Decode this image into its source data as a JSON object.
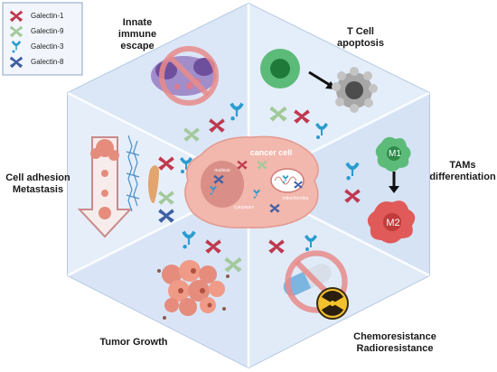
{
  "legend": {
    "items": [
      {
        "label": "Galectin-1",
        "color": "#c0394f"
      },
      {
        "label": "Galectin-9",
        "color": "#a3c99a"
      },
      {
        "label": "Galectin-3",
        "color": "#2b9ccf"
      },
      {
        "label": "Galectin-8",
        "color": "#3f5fa3"
      }
    ]
  },
  "labels": {
    "innate_line1": "Innate",
    "innate_line2": "immune",
    "innate_line3": "escape",
    "tcell_line1": "T Cell",
    "tcell_line2": "apoptosis",
    "tams_line1": "TAMs",
    "tams_line2": "differentiation",
    "adhesion_line1": "Cell adhesion",
    "adhesion_line2": "Metastasis",
    "tumor": "Tumor Growth",
    "chemo_line1": "Chemoresistance",
    "chemo_line2": "Radioresistance"
  },
  "center": {
    "cancer_cell": "cancer cell",
    "nucleus": "nucleus",
    "cytoplasm": "cytoplasm",
    "mitochondria": "mitochondria"
  },
  "macrophages": {
    "m1": "M1",
    "m2": "M2"
  },
  "colors": {
    "hex_fill": "#dce8f7",
    "hex_edge": "#9fb6d6",
    "cancer_cell": "#f2b7ad",
    "red": "#c0394f",
    "green": "#a3c99a",
    "cyan": "#2b9ccf",
    "blue": "#3f5fa3"
  }
}
